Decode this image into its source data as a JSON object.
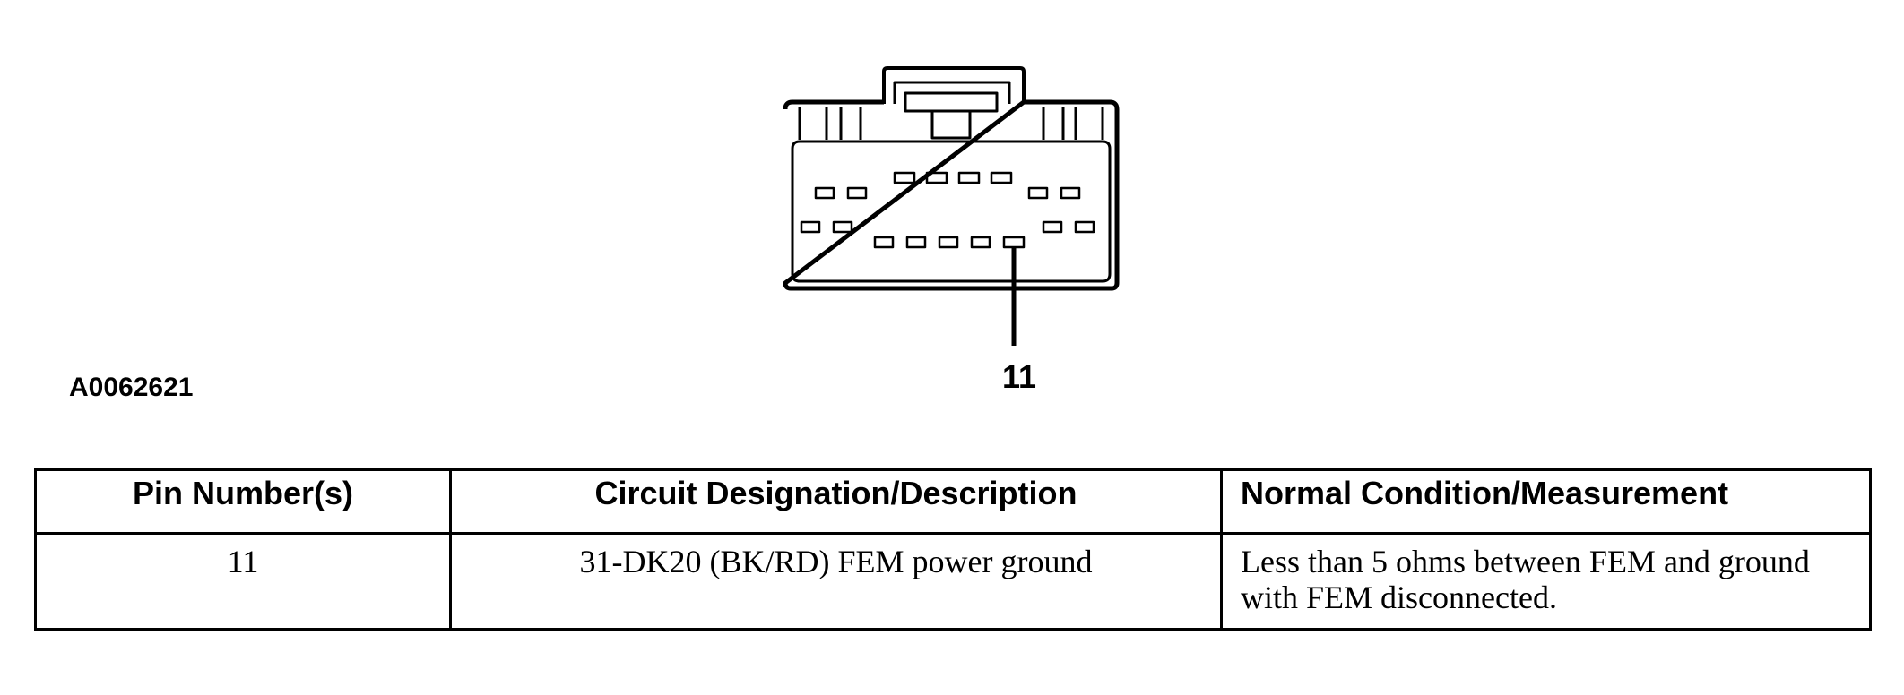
{
  "figure": {
    "id": "A0062621",
    "callout_label": "11"
  },
  "table": {
    "headers": [
      "Pin Number(s)",
      "Circuit Designation/Description",
      "Normal Condition/Measurement"
    ],
    "rows": [
      {
        "pin": "11",
        "circuit": "31-DK20 (BK/RD) FEM power ground",
        "condition": "Less than 5 ohms between FEM and ground with FEM disconnected."
      }
    ]
  }
}
